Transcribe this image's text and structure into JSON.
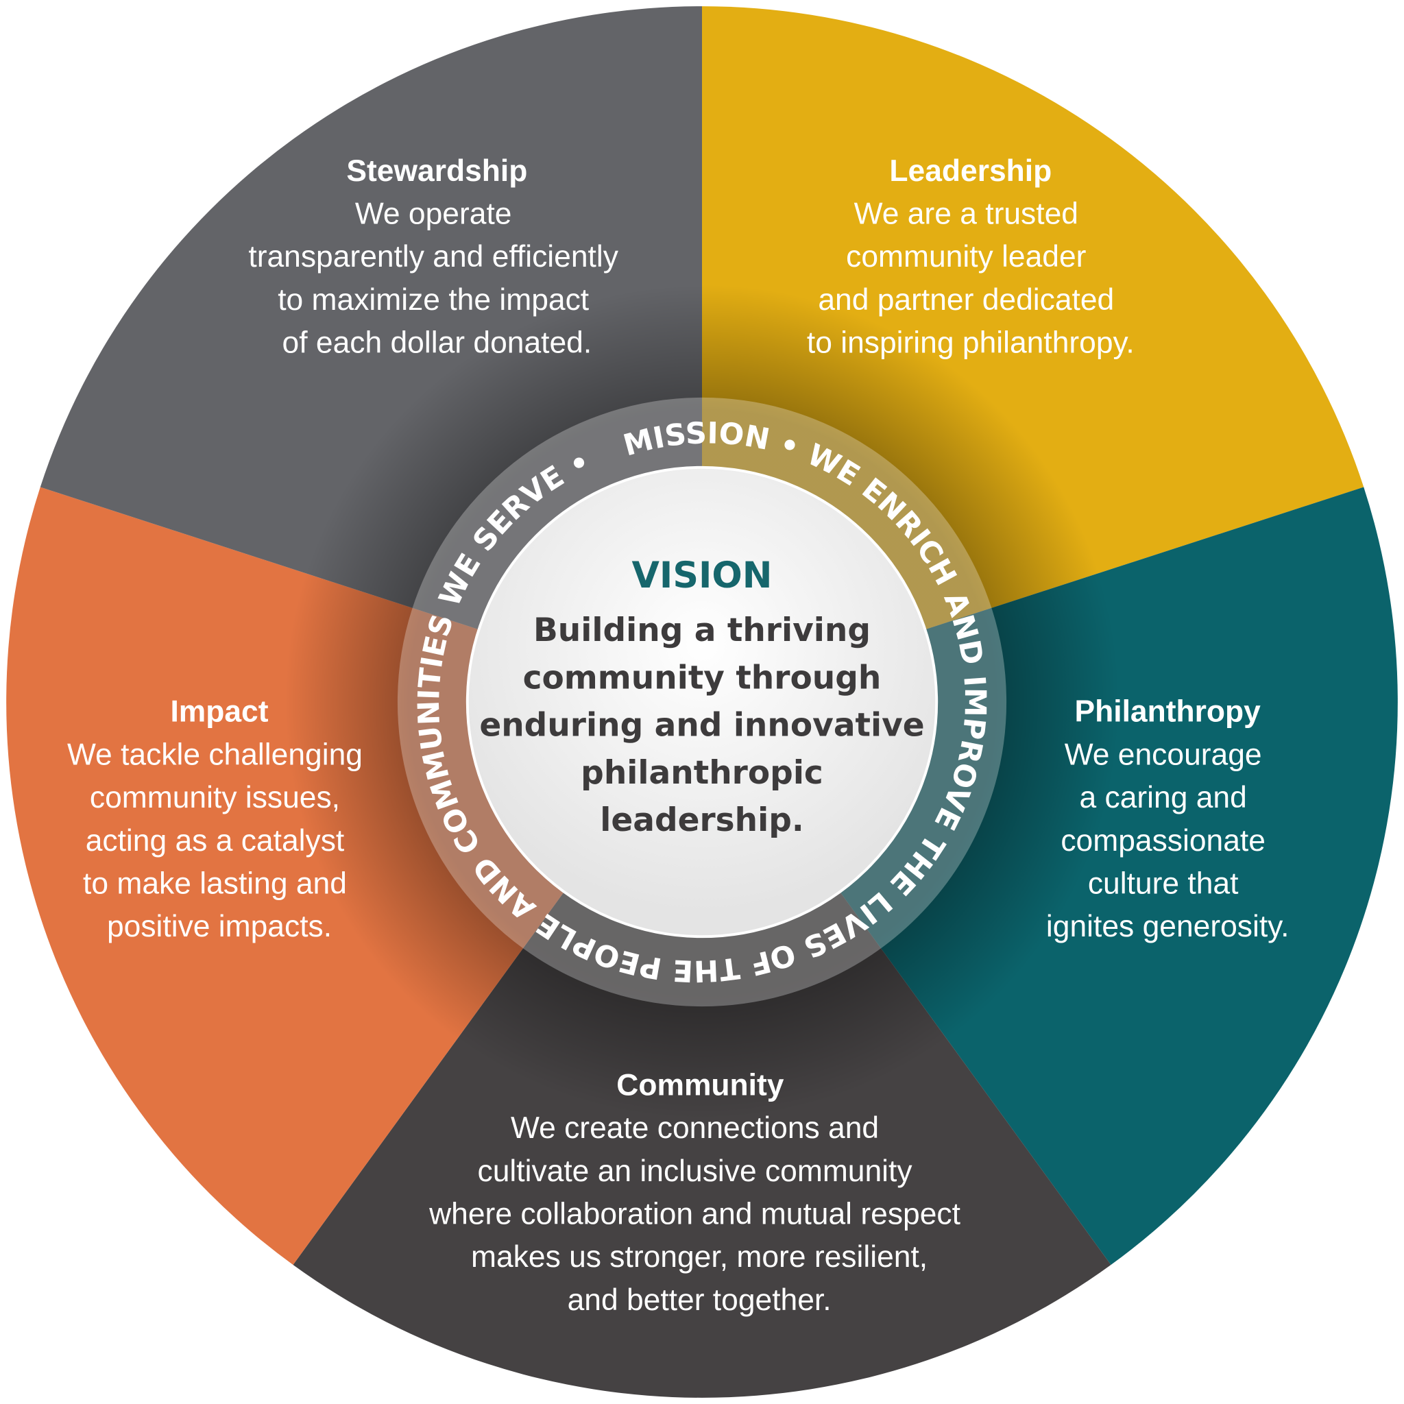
{
  "colors": {
    "stewardship": "#636468",
    "leadership": "#e3ae13",
    "philanthropy": "#0b636b",
    "community": "#454243",
    "impact": "#e27442",
    "vision_title": "#16666c"
  },
  "segments": {
    "stewardship": {
      "title": "Stewardship",
      "lines": [
        "We operate",
        "transparently and efficiently",
        "to maximize the impact",
        "of each dollar donated."
      ]
    },
    "leadership": {
      "title": "Leadership",
      "lines": [
        "We are a trusted",
        "community leader",
        "and partner dedicated",
        "to inspiring philanthropy."
      ]
    },
    "philanthropy": {
      "title": "Philanthropy",
      "lines": [
        "We encourage",
        "a caring and",
        "compassionate",
        "culture that",
        "ignites generosity."
      ]
    },
    "community": {
      "title": "Community",
      "lines": [
        "We create connections and",
        "cultivate an inclusive community",
        "where collaboration and mutual respect",
        "makes us stronger, more resilient,",
        "and better together."
      ]
    },
    "impact": {
      "title": "Impact",
      "lines": [
        "We tackle challenging",
        "community issues,",
        "acting as a catalyst",
        "to make lasting and",
        "positive impacts."
      ]
    }
  },
  "mission": {
    "text": "MISSION • WE ENRICH AND IMPROVE THE LIVES OF THE PEOPLE AND COMMUNITIES WE SERVE •"
  },
  "vision": {
    "title": "VISION",
    "lines": [
      "Building a thriving",
      "community through",
      "enduring and innovative",
      "philanthropic",
      "leadership."
    ]
  }
}
